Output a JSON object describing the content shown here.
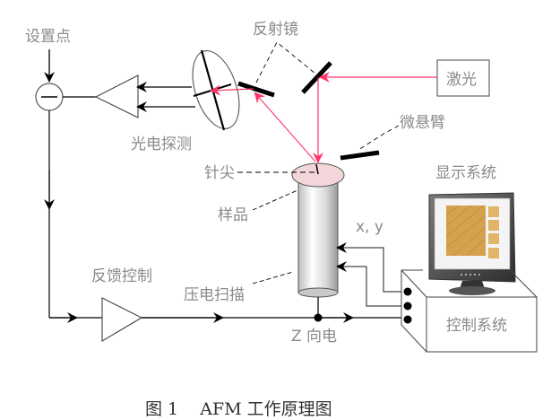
{
  "labels": {
    "setpoint": "设置点",
    "mirror": "反射镜",
    "laser": "激光",
    "photodetector": "光电探测",
    "cantilever": "微悬臂",
    "tip": "针尖",
    "sample": "样品",
    "display_system": "显示系统",
    "xy": "x, y",
    "feedback_control": "反馈控制",
    "piezo_scanner": "压电扫描",
    "z_direction": "Z 向电",
    "control_system": "控制系统",
    "comparator_symbol": "−"
  },
  "caption": "图 1    AFM 工作原理图",
  "colors": {
    "laser_beam": "#ff3366",
    "line": "#000000",
    "label": "#8a8a8a",
    "sample_fill": "#f3d6da",
    "scan_image": "#d4a24c"
  }
}
